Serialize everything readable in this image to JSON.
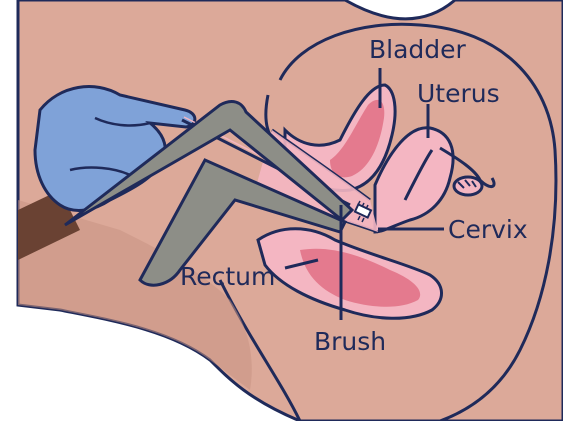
{
  "labels": {
    "bladder": "Bladder",
    "uterus": "Uterus",
    "cervix": "Cervix",
    "rectum": "Rectum",
    "brush": "Brush"
  },
  "colors": {
    "skin": "#dca999",
    "skin_shadow": "#c99483",
    "outline": "#1f2a5a",
    "organ_pink": "#e47a8e",
    "organ_light": "#f4b6c2",
    "glove": "#7fa2d8",
    "speculum": "#8d8e87",
    "arm": "#6a4233"
  }
}
